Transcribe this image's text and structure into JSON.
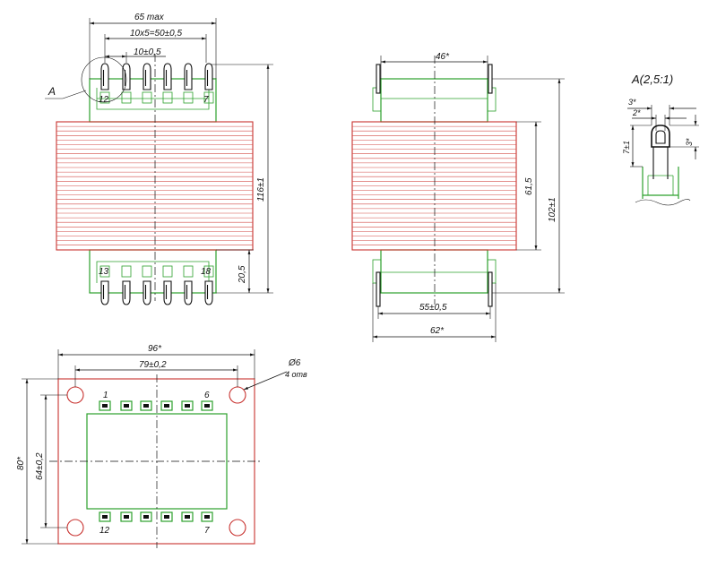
{
  "colors": {
    "frame": "#2ca02c",
    "core": "#c8322f",
    "line": "#111111"
  },
  "front_view": {
    "dim_overall_width": "65 max",
    "dim_pin_span": "10x5=50±0,5",
    "dim_pin_pitch": "10±0,5",
    "dim_height": "116±1",
    "dim_lower_pin": "20,5",
    "detail_callout": "A",
    "pin_top_left": "12",
    "pin_top_right": "7",
    "pin_bottom_left": "13",
    "pin_bottom_right": "18"
  },
  "side_view": {
    "dim_top": "46*",
    "dim_core_height": "61,5",
    "dim_total_height": "102±1",
    "dim_bottom_inner": "55±0,5",
    "dim_bottom_outer": "62*"
  },
  "detail_view": {
    "title": "A(2,5:1)",
    "dim_outer": "3*",
    "dim_inner": "2*",
    "dim_length": "7±1",
    "dim_right": "3*"
  },
  "bottom_view": {
    "dim_width": "96*",
    "dim_holes_span": "79±0,2",
    "dim_hole": "Ø6",
    "dim_hole_count": "4 отв",
    "dim_height": "80*",
    "dim_holes_height": "64±0,2",
    "pin_top_left": "1",
    "pin_top_right": "6",
    "pin_bottom_left": "12",
    "pin_bottom_right": "7"
  }
}
